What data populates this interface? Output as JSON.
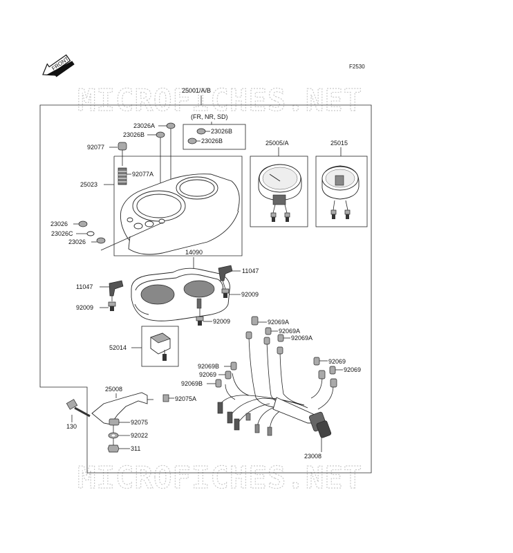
{
  "figure_code": "F2530",
  "front_label": "FRONT",
  "watermark": "MICROFICHES.NET",
  "variant_note": "(FR, NR, SD)",
  "parts": {
    "p25001": "25001/A/B",
    "p23026A": "23026A",
    "p23026B_a": "23026B",
    "p23026B_b": "23026B",
    "p23026B_c": "23026B",
    "p92077": "92077",
    "p92077A": "92077A",
    "p25023": "25023",
    "p23026_a": "23026",
    "p23026C": "23026C",
    "p23026_b": "23026",
    "p25005": "25005/A",
    "p25015": "25015",
    "p14090": "14090",
    "p11047_a": "11047",
    "p11047_b": "11047",
    "p92009_a": "92009",
    "p92009_b": "92009",
    "p92009_c": "92009",
    "p92069A_a": "92069A",
    "p92069A_b": "92069A",
    "p92069A_c": "92069A",
    "p52014": "52014",
    "p92069B_a": "92069B",
    "p92069_a": "92069",
    "p92069B_b": "92069B",
    "p92069_b": "92069",
    "p92069_c": "92069",
    "p25008": "25008",
    "p92075A": "92075A",
    "p130": "130",
    "p92075": "92075",
    "p92022": "92022",
    "p311": "311",
    "p23008": "23008"
  }
}
